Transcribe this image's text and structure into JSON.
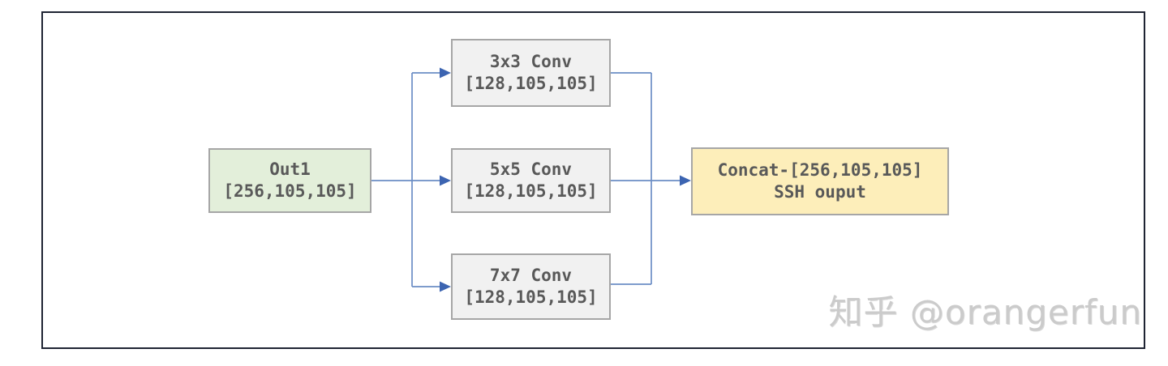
{
  "diagram": {
    "nodes": {
      "out1": {
        "line1": "Out1",
        "line2": "[256,105,105]"
      },
      "conv3": {
        "line1": "3x3 Conv",
        "line2": "[128,105,105]"
      },
      "conv5": {
        "line1": "5x5 Conv",
        "line2": "[128,105,105]"
      },
      "conv7": {
        "line1": "7x7 Conv",
        "line2": "[128,105,105]"
      },
      "concat": {
        "line1": "Concat-[256,105,105]",
        "line2": "SSH ouput"
      }
    },
    "colors": {
      "input_fill": "#e3efda",
      "conv_fill": "#f1f1f1",
      "output_fill": "#fdeeba",
      "node_border": "#a6a6a6",
      "node_text": "#595959",
      "connector": "#6c8ec5",
      "arrowhead": "#3c64b1",
      "frame_border": "#1f2433",
      "watermark": "#cbcbcb"
    }
  },
  "watermark": {
    "text": "知乎 @orangerfun"
  }
}
